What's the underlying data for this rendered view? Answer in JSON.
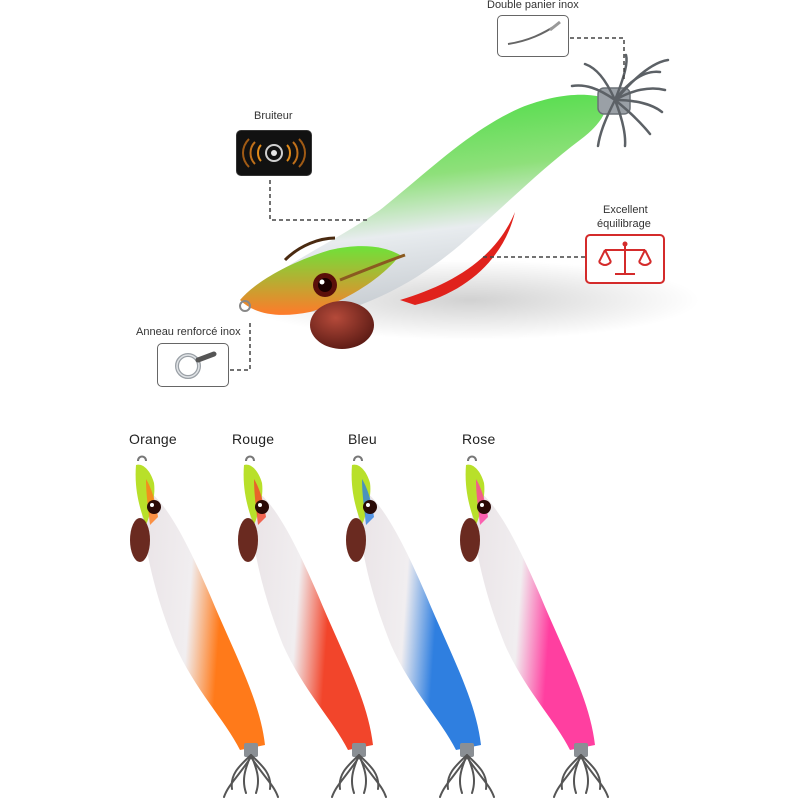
{
  "features": {
    "double_panier": "Double panier inox",
    "bruiteur": "Bruiteur",
    "equilibrage_line1": "Excellent",
    "equilibrage_line2": "équilibrage",
    "anneau": "Anneau renforcé inox"
  },
  "variants": [
    {
      "label": "Orange",
      "color": "#ff7a1a"
    },
    {
      "label": "Rouge",
      "color": "#f2452b"
    },
    {
      "label": "Bleu",
      "color": "#2f7fe0"
    },
    {
      "label": "Rose",
      "color": "#ff3fa0"
    }
  ],
  "main_lure": {
    "color": "#3ddc3a"
  },
  "accent_red": "#d42b2b"
}
